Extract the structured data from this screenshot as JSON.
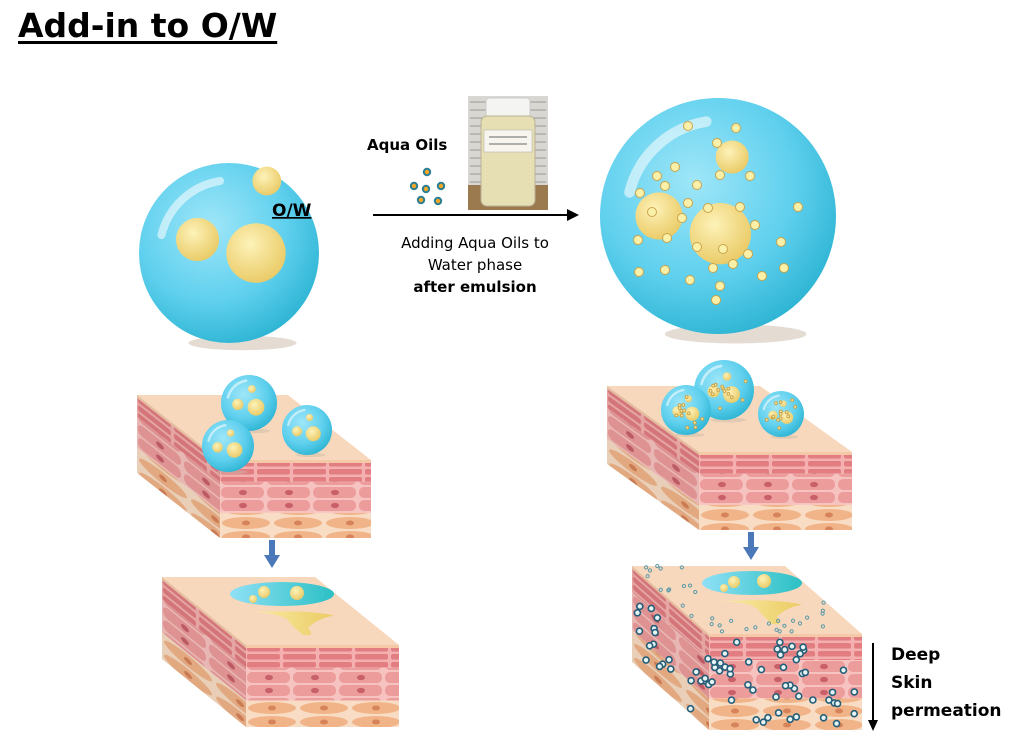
{
  "title": "Add-in to O/W",
  "ow_label": "O/W",
  "aqua_oils_label": "Aqua Oils",
  "caption": {
    "line1": "Adding Aqua Oils to",
    "line2": "Water phase",
    "line3": "after emulsion"
  },
  "permeation": {
    "line1": "Deep",
    "line2": "Skin",
    "line3": "permeation"
  },
  "colors": {
    "arrow_blue": "#4a78b8",
    "sphere_light": "#8fe3f7",
    "sphere_dark": "#2ab5d6",
    "droplet": "#f1d97e"
  }
}
